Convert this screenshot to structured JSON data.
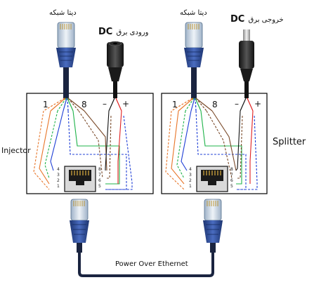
{
  "injector": {
    "side_label": "Injector",
    "data_label": "دیتا شبکه",
    "dc_label_fa": "ورودی برق",
    "dc_label": "DC",
    "pin_first": "1",
    "pin_last": "8",
    "minus": "–",
    "plus": "+",
    "rj45_left_pins": [
      "4",
      "3",
      "2",
      "1"
    ],
    "rj45_right_pins": [
      "8",
      "7",
      "6",
      "5"
    ]
  },
  "splitter": {
    "side_label": "Splitter",
    "data_label": "دیتا شبکه",
    "dc_label_fa": "خروجی برق",
    "dc_label": "DC",
    "pin_first": "1",
    "pin_last": "8",
    "minus": "–",
    "plus": "+",
    "rj45_left_pins": [
      "4",
      "3",
      "2",
      "1"
    ],
    "rj45_right_pins": [
      "8",
      "7",
      "6",
      "5"
    ]
  },
  "cable_label": "Power Over Ethernet",
  "colors": {
    "connector_blue": "#2c4a8c",
    "cable_dark": "#1a2440",
    "wire_orange": "#e8762a",
    "wire_green": "#1fb34a",
    "wire_blue": "#1f3fd6",
    "wire_brown": "#7a4a2a",
    "wire_red": "#e02020",
    "box_border": "#000000"
  }
}
